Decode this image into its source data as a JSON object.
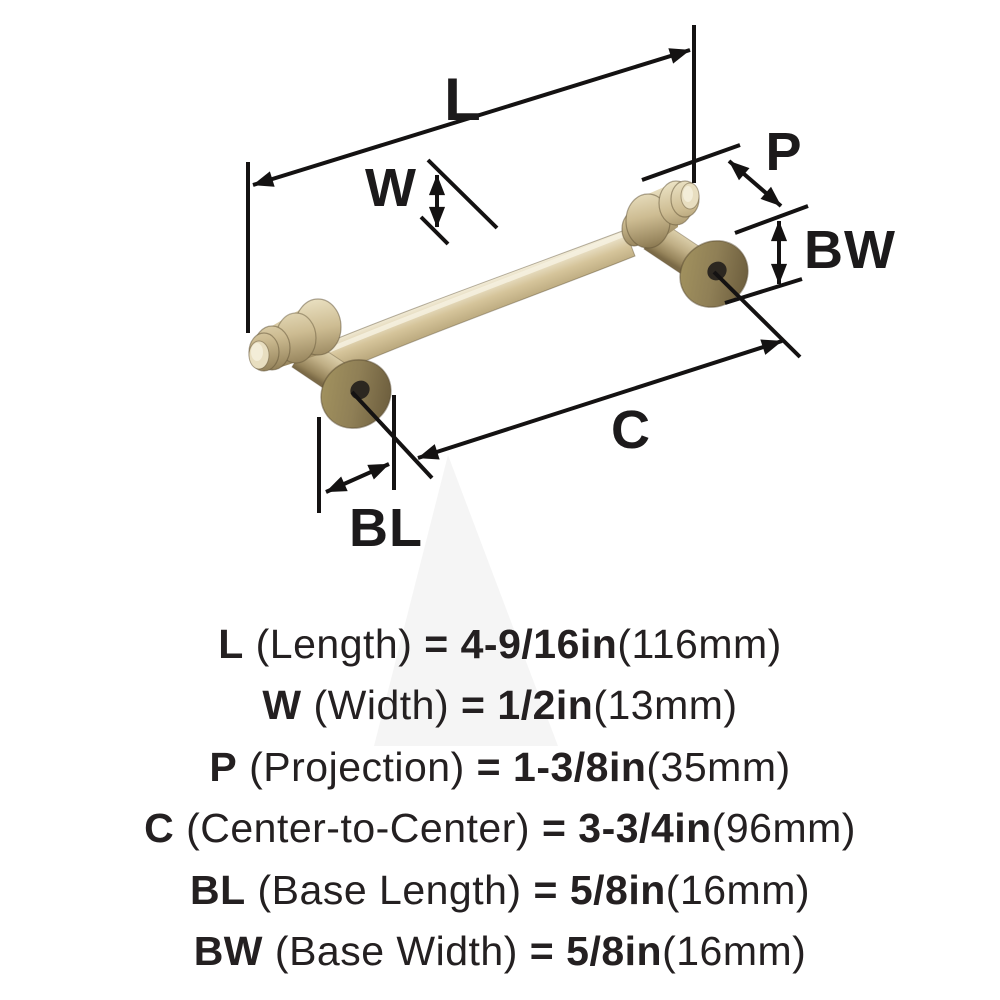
{
  "diagram": {
    "labels": {
      "length": "L",
      "width": "W",
      "projection": "P",
      "base_width": "BW",
      "center": "C",
      "base_length": "BL"
    }
  },
  "legend": {
    "rows": [
      {
        "abbr": "L",
        "name": "(Length)",
        "equals": "=",
        "value": "4-9/16in",
        "metric": "(116mm)"
      },
      {
        "abbr": "W",
        "name": "(Width)",
        "equals": "=",
        "value": "1/2in",
        "metric": "(13mm)"
      },
      {
        "abbr": "P",
        "name": "(Projection)",
        "equals": "=",
        "value": "1-3/8in",
        "metric": "(35mm)"
      },
      {
        "abbr": "C",
        "name": "(Center-to-Center)",
        "equals": "=",
        "value": "3-3/4in",
        "metric": "(96mm)"
      },
      {
        "abbr": "BL",
        "name": "(Base Length)",
        "equals": "=",
        "value": "5/8in",
        "metric": "(16mm)"
      },
      {
        "abbr": "BW",
        "name": "(Base Width)",
        "equals": "=",
        "value": "5/8in",
        "metric": "(16mm)"
      }
    ]
  },
  "colors": {
    "background": "#ffffff",
    "line": "#141212",
    "text": "#242021",
    "metal_highlight": "#f2ecd8",
    "metal_light": "#ddd0a8",
    "metal_mid": "#c2b189",
    "metal_shadow": "#8d7b52",
    "metal_dark": "#6b5c3c",
    "flange": "#8f7f56",
    "hole": "#2c2720",
    "watermark": "#f5f5f5"
  }
}
